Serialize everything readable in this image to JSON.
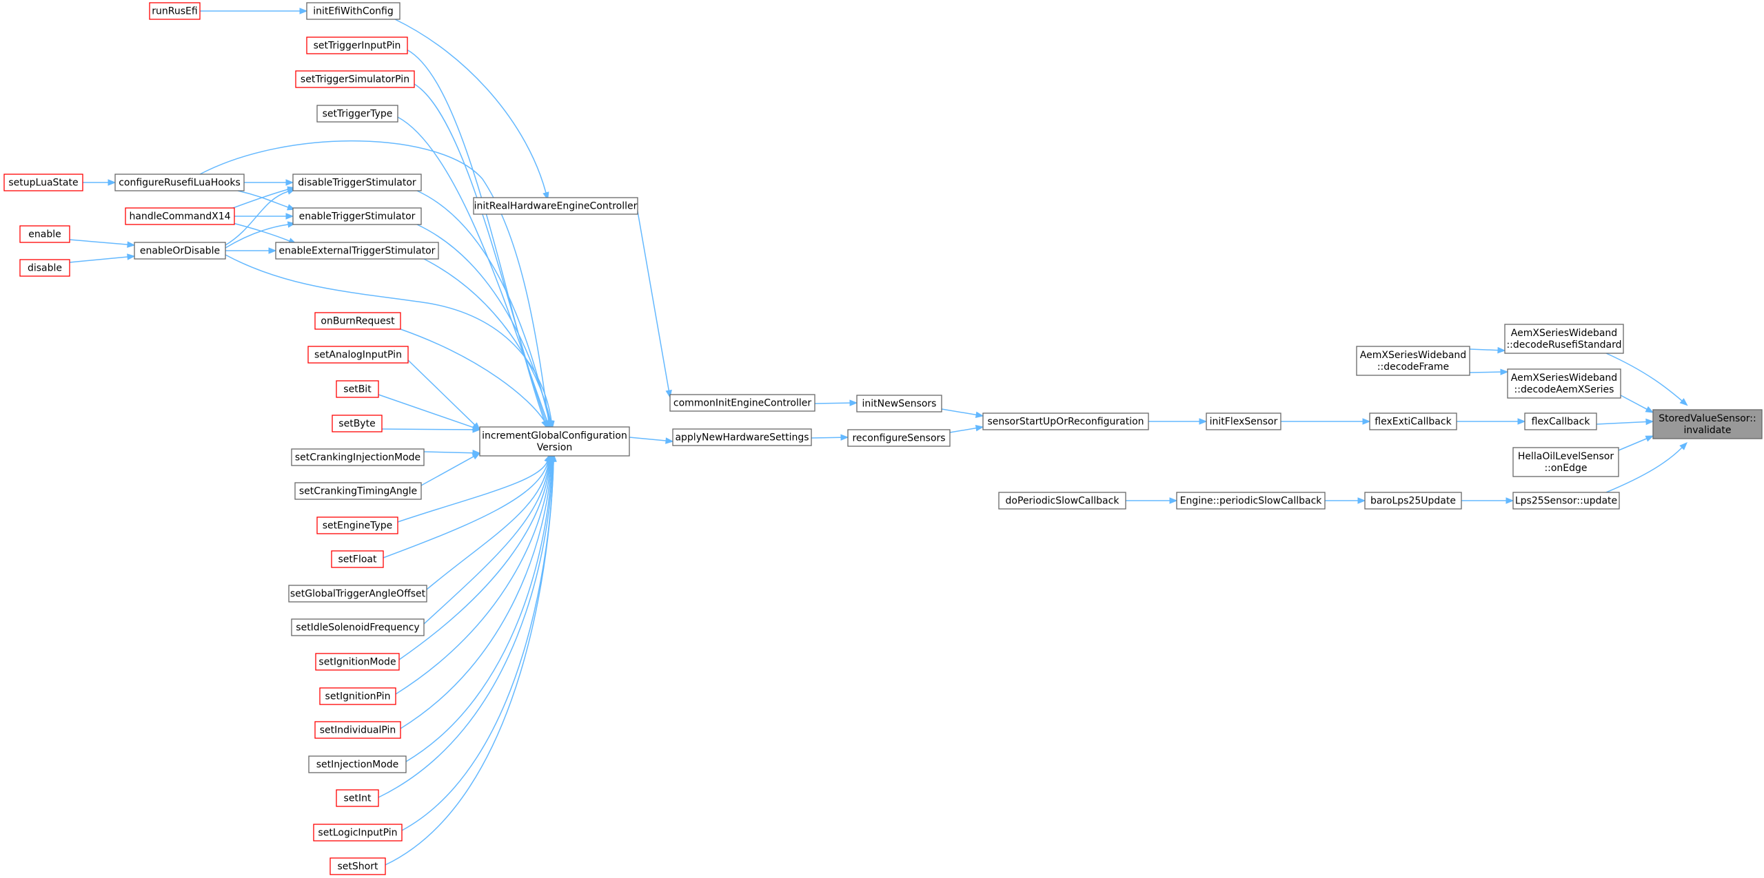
{
  "graph": {
    "target": {
      "lines": [
        "StoredValueSensor::",
        "invalidate"
      ]
    },
    "nodes": {
      "runRusEfi": {
        "lines": [
          "runRusEfi"
        ],
        "red": true
      },
      "initEfiWithConfig": {
        "lines": [
          "initEfiWithConfig"
        ],
        "red": false
      },
      "setTriggerInputPin": {
        "lines": [
          "setTriggerInputPin"
        ],
        "red": true
      },
      "setTriggerSimulatorPin": {
        "lines": [
          "setTriggerSimulatorPin"
        ],
        "red": true
      },
      "setTriggerType": {
        "lines": [
          "setTriggerType"
        ],
        "red": false
      },
      "setupLuaState": {
        "lines": [
          "setupLuaState"
        ],
        "red": true
      },
      "configureRusefiLuaHooks": {
        "lines": [
          "configureRusefiLuaHooks"
        ],
        "red": false
      },
      "disableTriggerStimulator": {
        "lines": [
          "disableTriggerStimulator"
        ],
        "red": false
      },
      "handleCommandX14": {
        "lines": [
          "handleCommandX14"
        ],
        "red": true
      },
      "enableTriggerStimulator": {
        "lines": [
          "enableTriggerStimulator"
        ],
        "red": false
      },
      "enable": {
        "lines": [
          "enable"
        ],
        "red": true
      },
      "enableOrDisable": {
        "lines": [
          "enableOrDisable"
        ],
        "red": false
      },
      "enableExternalTriggerStimulator": {
        "lines": [
          "enableExternalTriggerStimulator"
        ],
        "red": false
      },
      "disable": {
        "lines": [
          "disable"
        ],
        "red": true
      },
      "onBurnRequest": {
        "lines": [
          "onBurnRequest"
        ],
        "red": true
      },
      "setAnalogInputPin": {
        "lines": [
          "setAnalogInputPin"
        ],
        "red": true
      },
      "setBit": {
        "lines": [
          "setBit"
        ],
        "red": true
      },
      "setByte": {
        "lines": [
          "setByte"
        ],
        "red": true
      },
      "setCrankingInjectionMode": {
        "lines": [
          "setCrankingInjectionMode"
        ],
        "red": false
      },
      "setCrankingTimingAngle": {
        "lines": [
          "setCrankingTimingAngle"
        ],
        "red": false
      },
      "setEngineType": {
        "lines": [
          "setEngineType"
        ],
        "red": true
      },
      "setFloat": {
        "lines": [
          "setFloat"
        ],
        "red": true
      },
      "setGlobalTriggerAngleOffset": {
        "lines": [
          "setGlobalTriggerAngleOffset"
        ],
        "red": false
      },
      "setIdleSolenoidFrequency": {
        "lines": [
          "setIdleSolenoidFrequency"
        ],
        "red": false
      },
      "setIgnitionMode": {
        "lines": [
          "setIgnitionMode"
        ],
        "red": true
      },
      "setIgnitionPin": {
        "lines": [
          "setIgnitionPin"
        ],
        "red": true
      },
      "setIndividualPin": {
        "lines": [
          "setIndividualPin"
        ],
        "red": true
      },
      "setInjectionMode": {
        "lines": [
          "setInjectionMode"
        ],
        "red": false
      },
      "setInt": {
        "lines": [
          "setInt"
        ],
        "red": true
      },
      "setLogicInputPin": {
        "lines": [
          "setLogicInputPin"
        ],
        "red": true
      },
      "setShort": {
        "lines": [
          "setShort"
        ],
        "red": true
      },
      "initRealHardwareEngineController": {
        "lines": [
          "initRealHardwareEngineController"
        ],
        "red": false
      },
      "incrementGlobalConfigurationVersion": {
        "lines": [
          "incrementGlobalConfiguration",
          "Version"
        ],
        "red": false
      },
      "commonInitEngineController": {
        "lines": [
          "commonInitEngineController"
        ],
        "red": false
      },
      "applyNewHardwareSettings": {
        "lines": [
          "applyNewHardwareSettings"
        ],
        "red": false
      },
      "initNewSensors": {
        "lines": [
          "initNewSensors"
        ],
        "red": false
      },
      "reconfigureSensors": {
        "lines": [
          "reconfigureSensors"
        ],
        "red": false
      },
      "sensorStartUpOrReconfiguration": {
        "lines": [
          "sensorStartUpOrReconfiguration"
        ],
        "red": false
      },
      "initFlexSensor": {
        "lines": [
          "initFlexSensor"
        ],
        "red": false
      },
      "flexExtiCallback": {
        "lines": [
          "flexExtiCallback"
        ],
        "red": false
      },
      "flexCallback": {
        "lines": [
          "flexCallback"
        ],
        "red": false
      },
      "aemDecodeFrame": {
        "lines": [
          "AemXSeriesWideband",
          "::decodeFrame"
        ],
        "red": false
      },
      "aemDecodeRusefiStandard": {
        "lines": [
          "AemXSeriesWideband",
          "::decodeRusefiStandard"
        ],
        "red": false
      },
      "aemDecodeAemXSeries": {
        "lines": [
          "AemXSeriesWideband",
          "::decodeAemXSeries"
        ],
        "red": false
      },
      "hellaOnEdge": {
        "lines": [
          "HellaOilLevelSensor",
          "::onEdge"
        ],
        "red": false
      },
      "doPeriodicSlowCallback": {
        "lines": [
          "doPeriodicSlowCallback"
        ],
        "red": false
      },
      "enginePeriodicSlowCallback": {
        "lines": [
          "Engine::periodicSlowCallback"
        ],
        "red": false
      },
      "baroLps25Update": {
        "lines": [
          "baroLps25Update"
        ],
        "red": false
      },
      "lps25Update": {
        "lines": [
          "Lps25Sensor::update"
        ],
        "red": false
      }
    },
    "edges": [
      [
        "runRusEfi",
        "initEfiWithConfig"
      ],
      [
        "initEfiWithConfig",
        "initRealHardwareEngineController"
      ],
      [
        "setTriggerInputPin",
        "incrementGlobalConfigurationVersion"
      ],
      [
        "setTriggerSimulatorPin",
        "incrementGlobalConfigurationVersion"
      ],
      [
        "setTriggerType",
        "incrementGlobalConfigurationVersion"
      ],
      [
        "setupLuaState",
        "configureRusefiLuaHooks"
      ],
      [
        "configureRusefiLuaHooks",
        "incrementGlobalConfigurationVersion"
      ],
      [
        "configureRusefiLuaHooks",
        "disableTriggerStimulator"
      ],
      [
        "configureRusefiLuaHooks",
        "enableTriggerStimulator"
      ],
      [
        "disableTriggerStimulator",
        "incrementGlobalConfigurationVersion"
      ],
      [
        "handleCommandX14",
        "disableTriggerStimulator"
      ],
      [
        "handleCommandX14",
        "enableTriggerStimulator"
      ],
      [
        "handleCommandX14",
        "enableExternalTriggerStimulator"
      ],
      [
        "enableTriggerStimulator",
        "incrementGlobalConfigurationVersion"
      ],
      [
        "enable",
        "enableOrDisable"
      ],
      [
        "disable",
        "enableOrDisable"
      ],
      [
        "enableOrDisable",
        "disableTriggerStimulator"
      ],
      [
        "enableOrDisable",
        "enableTriggerStimulator"
      ],
      [
        "enableOrDisable",
        "enableExternalTriggerStimulator"
      ],
      [
        "enableOrDisable",
        "incrementGlobalConfigurationVersion"
      ],
      [
        "enableExternalTriggerStimulator",
        "incrementGlobalConfigurationVersion"
      ],
      [
        "onBurnRequest",
        "incrementGlobalConfigurationVersion"
      ],
      [
        "setAnalogInputPin",
        "incrementGlobalConfigurationVersion"
      ],
      [
        "setBit",
        "incrementGlobalConfigurationVersion"
      ],
      [
        "setByte",
        "incrementGlobalConfigurationVersion"
      ],
      [
        "setCrankingInjectionMode",
        "incrementGlobalConfigurationVersion"
      ],
      [
        "setCrankingTimingAngle",
        "incrementGlobalConfigurationVersion"
      ],
      [
        "setEngineType",
        "incrementGlobalConfigurationVersion"
      ],
      [
        "setFloat",
        "incrementGlobalConfigurationVersion"
      ],
      [
        "setGlobalTriggerAngleOffset",
        "incrementGlobalConfigurationVersion"
      ],
      [
        "setIdleSolenoidFrequency",
        "incrementGlobalConfigurationVersion"
      ],
      [
        "setIgnitionMode",
        "incrementGlobalConfigurationVersion"
      ],
      [
        "setIgnitionPin",
        "incrementGlobalConfigurationVersion"
      ],
      [
        "setIndividualPin",
        "incrementGlobalConfigurationVersion"
      ],
      [
        "setInjectionMode",
        "incrementGlobalConfigurationVersion"
      ],
      [
        "setInt",
        "incrementGlobalConfigurationVersion"
      ],
      [
        "setLogicInputPin",
        "incrementGlobalConfigurationVersion"
      ],
      [
        "setShort",
        "incrementGlobalConfigurationVersion"
      ],
      [
        "initRealHardwareEngineController",
        "commonInitEngineController"
      ],
      [
        "incrementGlobalConfigurationVersion",
        "applyNewHardwareSettings"
      ],
      [
        "commonInitEngineController",
        "initNewSensors"
      ],
      [
        "applyNewHardwareSettings",
        "reconfigureSensors"
      ],
      [
        "initNewSensors",
        "sensorStartUpOrReconfiguration"
      ],
      [
        "reconfigureSensors",
        "sensorStartUpOrReconfiguration"
      ],
      [
        "sensorStartUpOrReconfiguration",
        "initFlexSensor"
      ],
      [
        "initFlexSensor",
        "flexExtiCallback"
      ],
      [
        "flexExtiCallback",
        "flexCallback"
      ],
      [
        "flexCallback",
        "target"
      ],
      [
        "aemDecodeFrame",
        "aemDecodeRusefiStandard"
      ],
      [
        "aemDecodeFrame",
        "aemDecodeAemXSeries"
      ],
      [
        "aemDecodeRusefiStandard",
        "target"
      ],
      [
        "aemDecodeAemXSeries",
        "target"
      ],
      [
        "hellaOnEdge",
        "target"
      ],
      [
        "doPeriodicSlowCallback",
        "enginePeriodicSlowCallback"
      ],
      [
        "enginePeriodicSlowCallback",
        "baroLps25Update"
      ],
      [
        "baroLps25Update",
        "lps25Update"
      ],
      [
        "lps25Update",
        "target"
      ]
    ]
  }
}
